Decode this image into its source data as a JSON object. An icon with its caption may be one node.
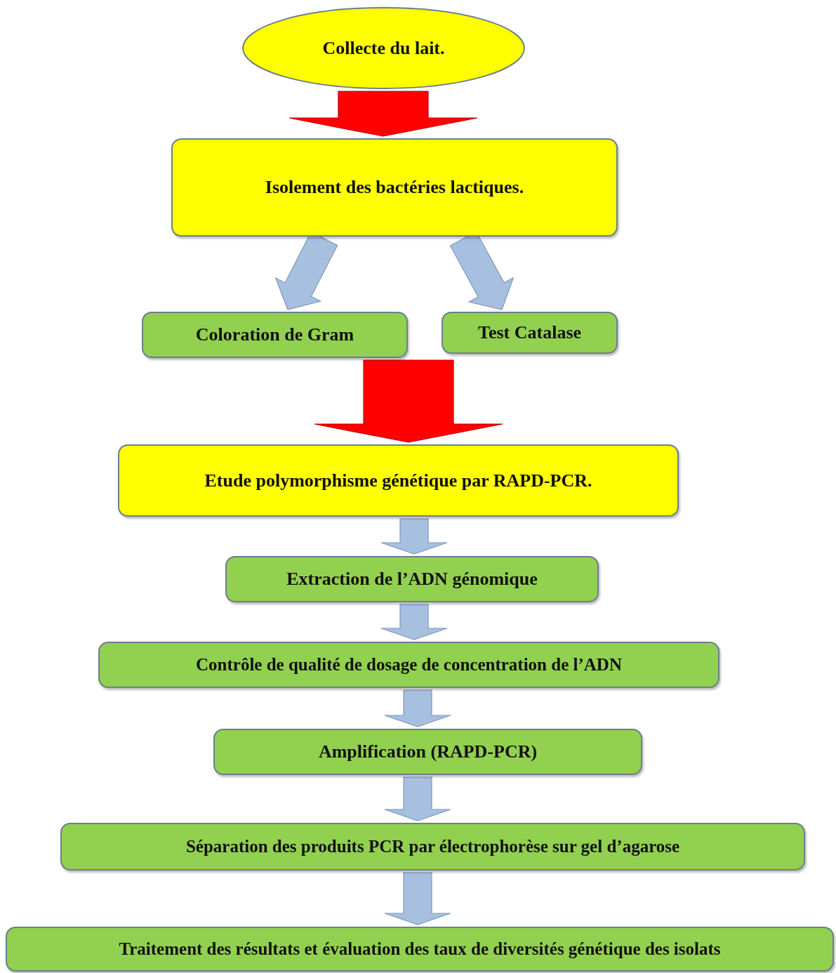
{
  "diagram": {
    "nodes": [
      {
        "text": [
          "Collecte du lait."
        ]
      },
      {
        "text": [
          "Isolement des bactéries lactiques."
        ]
      },
      {
        "text": [
          "Coloration de Gram"
        ]
      },
      {
        "text": [
          "Test Catalase"
        ]
      },
      {
        "text": [
          "Etude polymorphisme génétique par RAPD-PCR."
        ]
      },
      {
        "text": [
          "Extraction de l’ADN génomique"
        ]
      },
      {
        "text": [
          "Contrôle de qualité de dosage de concentration de l’ADN"
        ]
      },
      {
        "text": [
          "Amplification (RAPD-PCR)"
        ]
      },
      {
        "text": [
          "Séparation des produits PCR par électrophorèse sur gel d’agarose"
        ]
      },
      {
        "text": [
          "Traitement des résultats et évaluation des taux de diversités génétique des isolats"
        ]
      }
    ],
    "edges": [
      {
        "from": 0,
        "to": 1,
        "arrow": "to",
        "style": "thick",
        "color": "#ff0000"
      },
      {
        "from": 1,
        "to": 2,
        "arrow": "to"
      },
      {
        "from": 1,
        "to": 3,
        "arrow": "to"
      },
      {
        "from": 2,
        "to": 4,
        "arrow": "to",
        "style": "thick",
        "color": "#ff0000"
      },
      {
        "from": 3,
        "to": 4,
        "arrow": "to",
        "style": "thick",
        "color": "#ff0000"
      },
      {
        "from": 4,
        "to": 5,
        "arrow": "to"
      },
      {
        "from": 5,
        "to": 6,
        "arrow": "to"
      },
      {
        "from": 6,
        "to": 7,
        "arrow": "to"
      },
      {
        "from": 7,
        "to": 8,
        "arrow": "to"
      },
      {
        "from": 8,
        "to": 9,
        "arrow": "to"
      }
    ]
  }
}
